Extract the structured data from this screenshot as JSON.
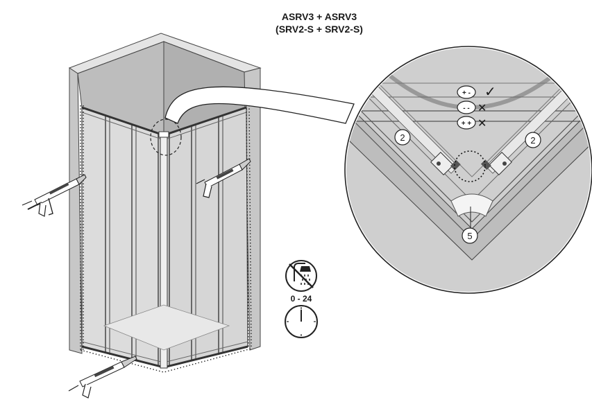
{
  "heading": {
    "line1": "ASRV3 + ASRV3",
    "line2": "(SRV2-S + SRV2-S)"
  },
  "detail": {
    "callouts": [
      "2",
      "2",
      "5"
    ],
    "options": [
      {
        "label": "+ -",
        "status": "✓"
      },
      {
        "label": "- -",
        "status": "✕"
      },
      {
        "label": "+ +",
        "status": "✕"
      }
    ]
  },
  "cure_time": {
    "label": "0 - 24",
    "icons": [
      "shower-icon",
      "clock-icon"
    ]
  },
  "sealant_guns": [
    "silicone-gun-left",
    "silicone-gun-right",
    "silicone-gun-bottom"
  ],
  "colors": {
    "wall": "#c9c9c9",
    "wall_dark": "#9c9c9c",
    "frame": "#e6e6e6",
    "outline": "#2a2a2a"
  }
}
